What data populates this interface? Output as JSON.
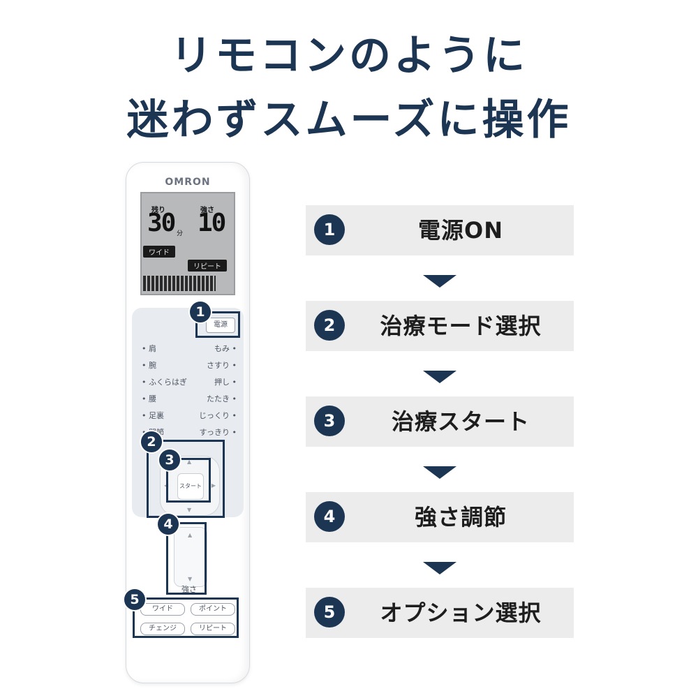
{
  "headline": {
    "line1": "リモコンのように",
    "line2": "迷わずスムーズに操作"
  },
  "remote": {
    "brand": "OMRON",
    "lcd": {
      "remaining_label": "残り",
      "remaining_value": "30",
      "remaining_unit": "分",
      "strength_label": "強さ",
      "strength_value": "10",
      "tag_wide": "ワイド",
      "tag_repeat": "リピート"
    },
    "power_label": "電源",
    "modes_left": [
      "肩",
      "腕",
      "ふくらはぎ",
      "腰",
      "足裏",
      "関節"
    ],
    "modes_right": [
      "もみ",
      "さすり",
      "押し",
      "たたき",
      "じっくり",
      "すっきり"
    ],
    "start_label": "スタート",
    "strength_label": "強さ",
    "options": [
      "ワイド",
      "ポイント",
      "チェンジ",
      "リピート"
    ],
    "badges": [
      "1",
      "2",
      "3",
      "4",
      "5"
    ]
  },
  "steps": [
    {
      "num": "1",
      "label": "電源ON"
    },
    {
      "num": "2",
      "label": "治療モード選択"
    },
    {
      "num": "3",
      "label": "治療スタート"
    },
    {
      "num": "4",
      "label": "強さ調節"
    },
    {
      "num": "5",
      "label": "オプション選択"
    }
  ],
  "colors": {
    "accent": "#1b3553",
    "step_background": "#ececec"
  }
}
